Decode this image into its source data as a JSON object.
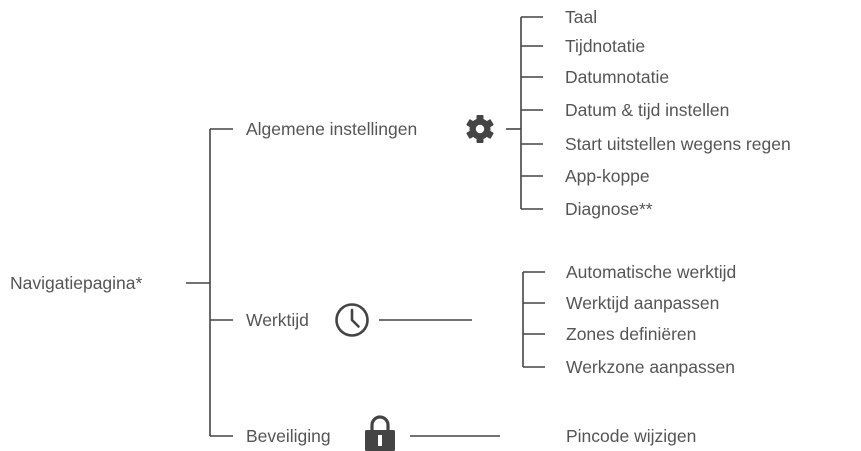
{
  "root": {
    "label": "Navigatiepagina*"
  },
  "branches": [
    {
      "label": "Algemene instellingen",
      "icon": "gear-icon",
      "children": [
        "Taal",
        "Tijdnotatie",
        "Datumnotatie",
        "Datum & tijd instellen",
        "Start uitstellen wegens regen",
        "App-koppe",
        "Diagnose**"
      ]
    },
    {
      "label": "Werktijd",
      "icon": "clock-icon",
      "children": [
        "Automatische werktijd",
        "Werktijd aanpassen",
        "Zones definiëren",
        "Werkzone aanpassen"
      ]
    },
    {
      "label": "Beveiliging",
      "icon": "lock-icon",
      "children": [
        "Pincode wijzigen"
      ]
    }
  ],
  "colors": {
    "line": "#444444",
    "text": "#555555",
    "icon": "#444444"
  }
}
